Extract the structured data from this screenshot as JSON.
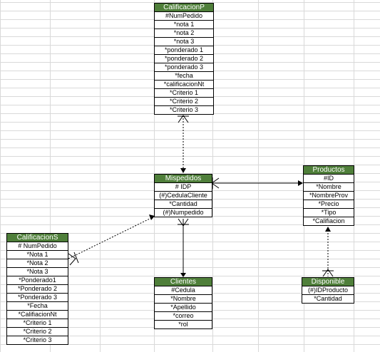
{
  "colors": {
    "header_bg": "#4f7f3a",
    "header_text": "#ffffff",
    "grid_line": "#d9d9d9",
    "line": "#000000"
  },
  "entities": {
    "calificacionp": {
      "title": "CalificacionP",
      "attributes": [
        "#NumPedido",
        "*nota 1",
        "*nota 2",
        "*nota 3",
        "*ponderado 1",
        "*ponderado 2",
        "*ponderado 3",
        "*fecha",
        "*calificacionNt",
        "*Criterio 1",
        "*Criterio 2",
        "*Criterio 3"
      ]
    },
    "mispedidos": {
      "title": "Mispedidos",
      "attributes": [
        "# IDP",
        "(#)CedulaCliente",
        "*Cantidad",
        "(#)Numpedido"
      ]
    },
    "productos": {
      "title": "Productos",
      "attributes": [
        "#ID",
        "*Nombre",
        "*NombreProv",
        "*Precio",
        "*Tipo",
        "*Califiacion"
      ]
    },
    "calificacions": {
      "title": "CalificacionS",
      "attributes": [
        "# NumPedido",
        "*Nota 1",
        "*Nota 2",
        "*Nota 3",
        "*Ponderado1",
        "*Ponderado 2",
        "*Ponderado 3",
        "*Fecha",
        "*CalifiacionNt",
        "*Criterio 1",
        "*Criterio 2",
        "*Criterio 3"
      ]
    },
    "clientes": {
      "title": "Clientes",
      "attributes": [
        "#Cedula",
        "*Nombre",
        "*Apellido",
        "*correo",
        "*rol"
      ]
    },
    "disponible": {
      "title": "Disponible",
      "attributes": [
        "(#)IDProducto",
        "*Cantidad"
      ]
    }
  }
}
